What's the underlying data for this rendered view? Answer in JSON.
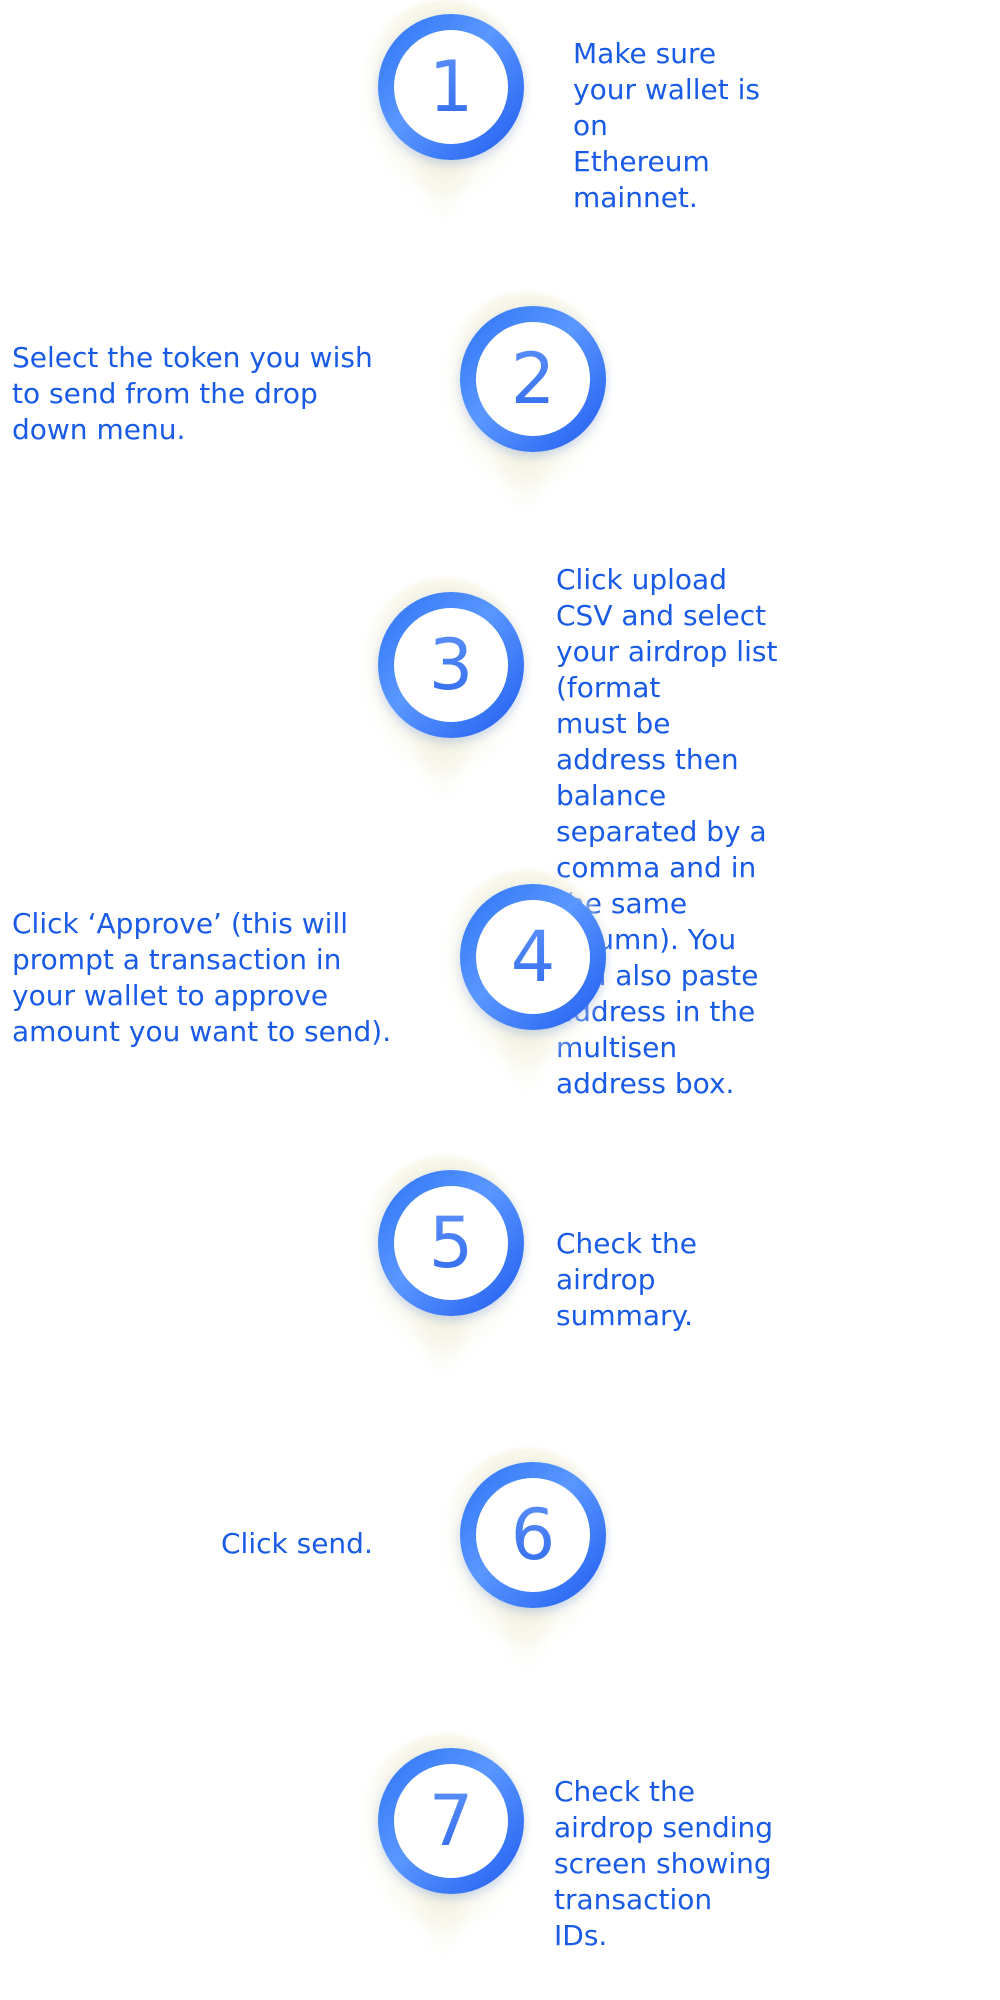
{
  "steps": [
    {
      "number": "1",
      "text": "Make sure your wallet is on\nEthereum mainnet."
    },
    {
      "number": "2",
      "text": "Select the token you wish\nto send from the drop\ndown menu."
    },
    {
      "number": "3",
      "text": "Click upload CSV and select\nyour airdrop list (format\nmust be address then\nbalance separated by a\ncomma and in the same\ncolumn). You can also paste\naddress in the multisen\naddress box."
    },
    {
      "number": "4",
      "text": "Click ‘Approve’ (this will\nprompt a transaction in\nyour wallet to approve\namount you want to send)."
    },
    {
      "number": "5",
      "text": "Check the airdrop summary."
    },
    {
      "number": "6",
      "text": "Click send."
    },
    {
      "number": "7",
      "text": "Check the airdrop sending\nscreen showing transaction\nIDs."
    }
  ],
  "colors": {
    "accent": "#2a66ea",
    "text": "#1a5be6",
    "shadow": "#f0eed7"
  },
  "icons": [
    "numbered-circle-badge-icon"
  ]
}
